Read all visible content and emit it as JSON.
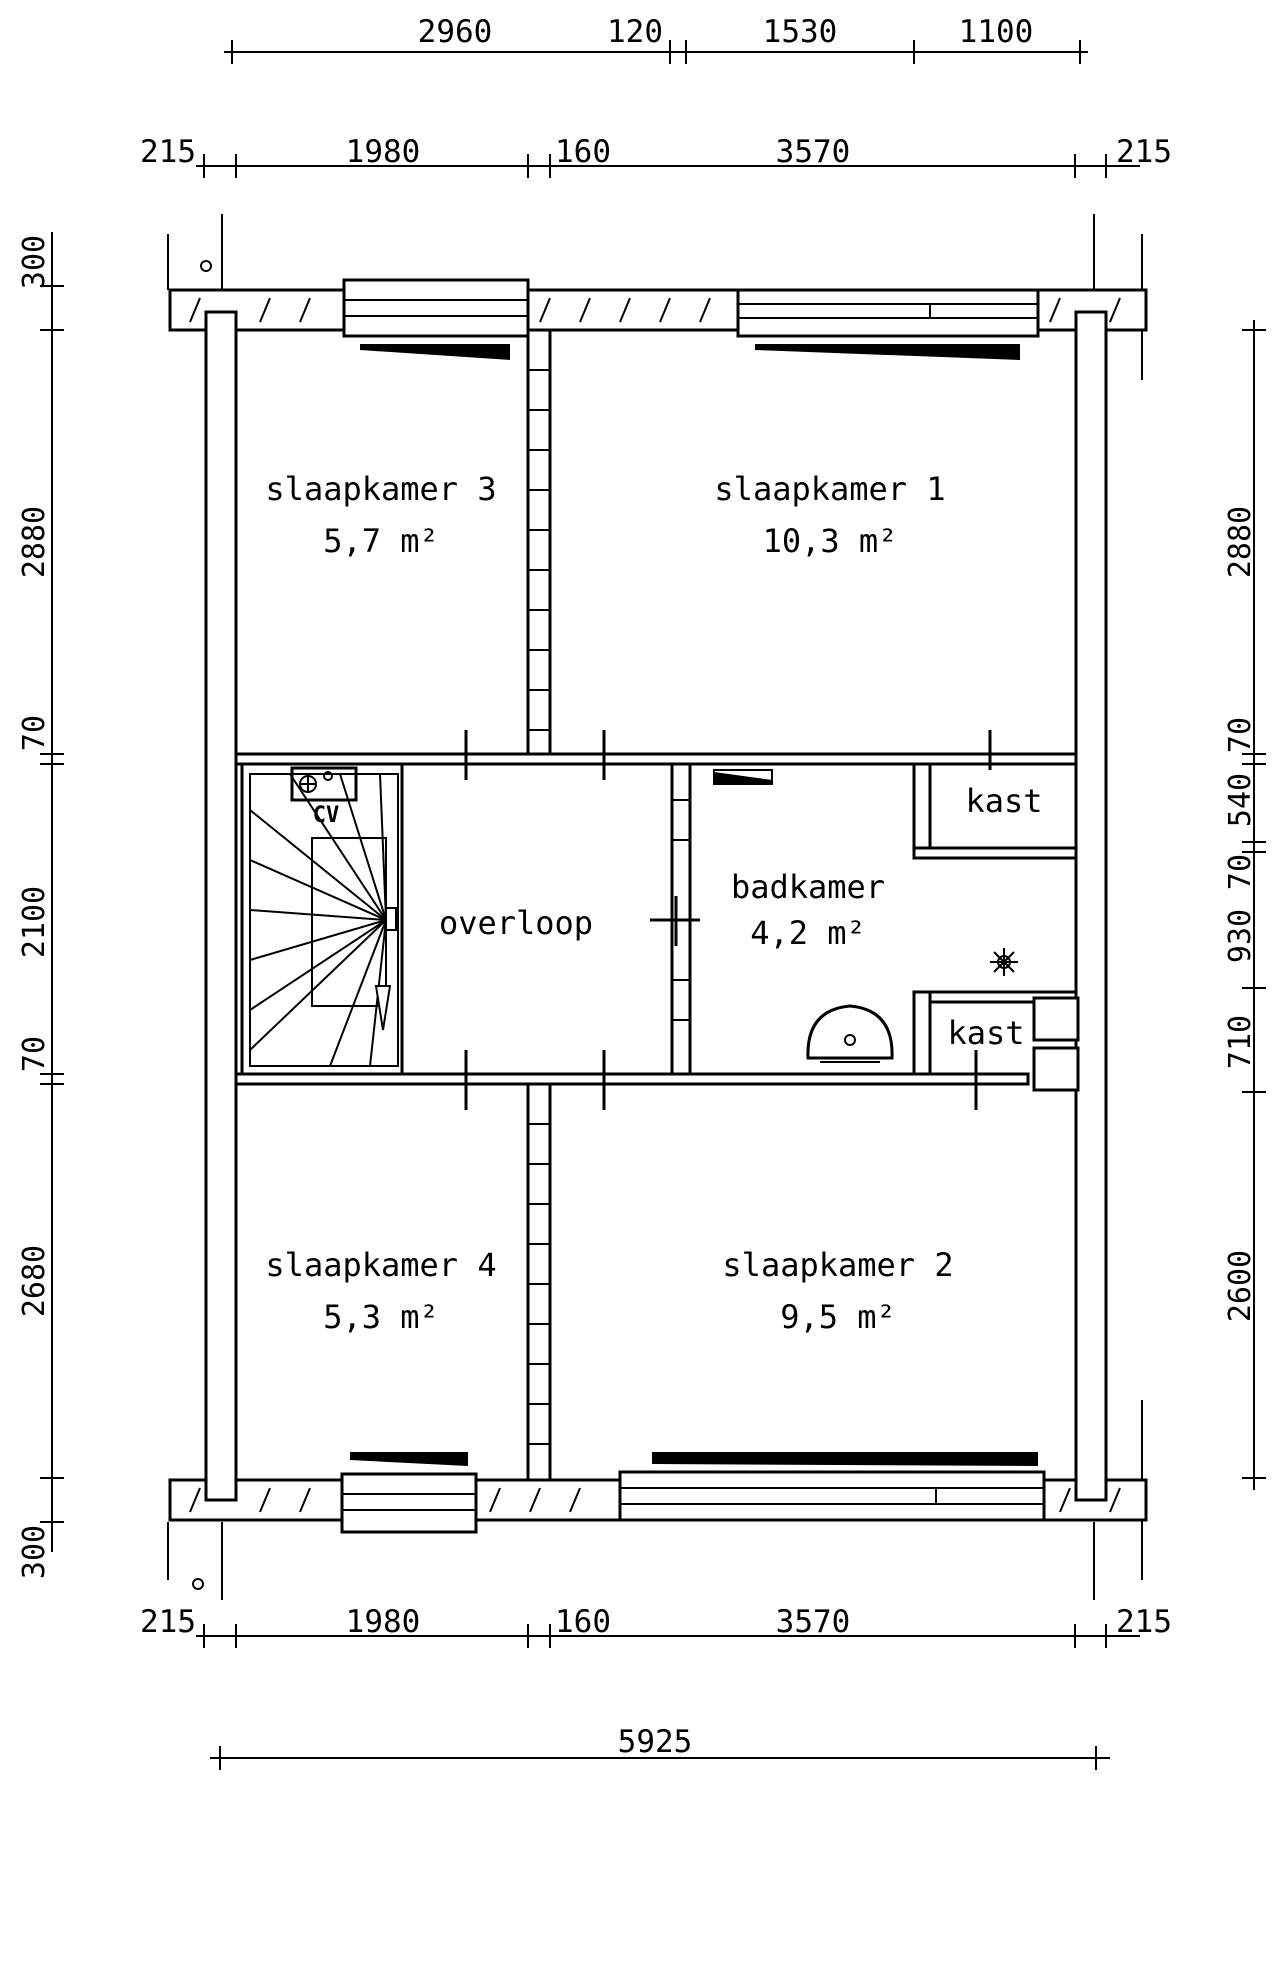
{
  "plan": {
    "rooms": [
      {
        "name": "slaapkamer 3",
        "area": "5,7 m²"
      },
      {
        "name": "slaapkamer 1",
        "area": "10,3 m²"
      },
      {
        "name": "overloop"
      },
      {
        "name": "badkamer",
        "area": "4,2 m²"
      },
      {
        "name": "kast"
      },
      {
        "name": "kast"
      },
      {
        "name": "slaapkamer 4",
        "area": "5,3 m²"
      },
      {
        "name": "slaapkamer 2",
        "area": "9,5 m²"
      }
    ],
    "cv_label": "CV",
    "dimensions": {
      "top_row1": [
        "2960",
        "120",
        "1530",
        "1100"
      ],
      "top_row2": [
        "215",
        "1980",
        "160",
        "3570",
        "215"
      ],
      "bottom_row": [
        "215",
        "1980",
        "160",
        "3570",
        "215"
      ],
      "total": "5925",
      "left": [
        "300",
        "2880",
        "70",
        "2100",
        "70",
        "2680",
        "300"
      ],
      "right": [
        "2880",
        "70",
        "540",
        "70",
        "930",
        "710",
        "2600"
      ]
    }
  }
}
